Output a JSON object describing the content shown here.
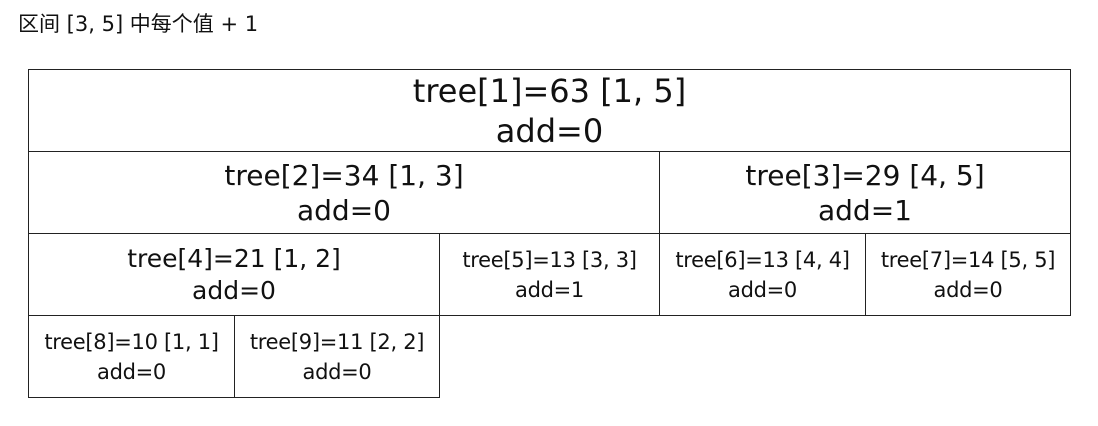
{
  "caption": "区间 [3, 5] 中每个值 + 1",
  "nodes": [
    {
      "label": "tree[1]=63 [1, 5]",
      "add": "add=0"
    },
    {
      "label": "tree[2]=34 [1, 3]",
      "add": "add=0"
    },
    {
      "label": "tree[3]=29 [4, 5]",
      "add": "add=1"
    },
    {
      "label": "tree[4]=21 [1, 2]",
      "add": "add=0"
    },
    {
      "label": "tree[5]=13 [3, 3]",
      "add": "add=1"
    },
    {
      "label": "tree[6]=13 [4, 4]",
      "add": "add=0"
    },
    {
      "label": "tree[7]=14 [5, 5]",
      "add": "add=0"
    },
    {
      "label": "tree[8]=10 [1, 1]",
      "add": "add=0"
    },
    {
      "label": "tree[9]=11 [2, 2]",
      "add": "add=0"
    }
  ]
}
